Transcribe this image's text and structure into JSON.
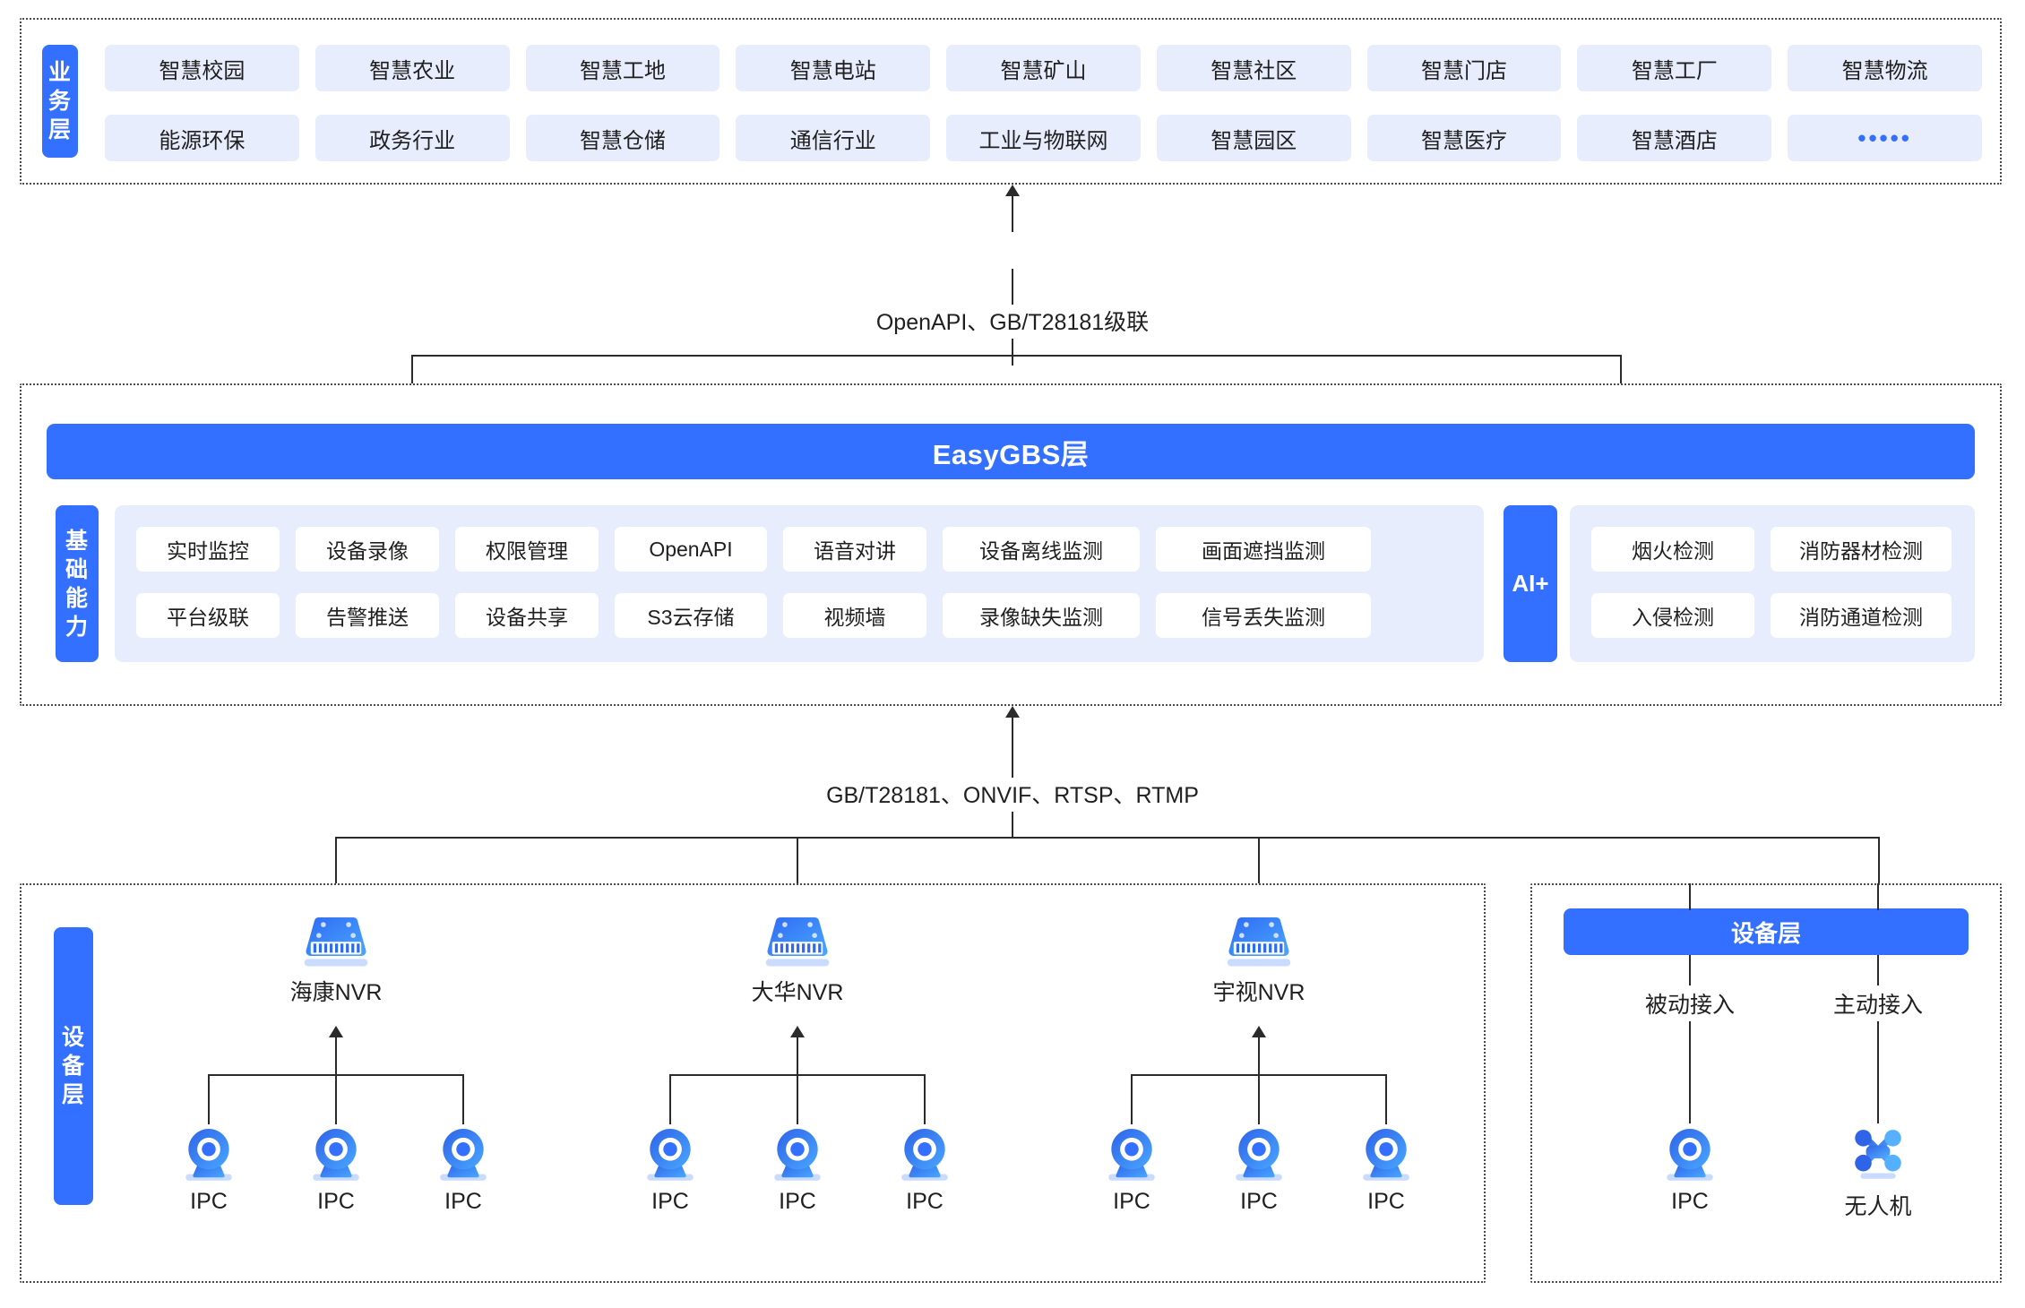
{
  "business_layer": {
    "side_label": "业务层",
    "items": [
      "智慧校园",
      "智慧农业",
      "智慧工地",
      "智慧电站",
      "智慧矿山",
      "智慧社区",
      "智慧门店",
      "智慧工厂",
      "智慧物流",
      "能源环保",
      "政务行业",
      "智慧仓储",
      "通信行业",
      "工业与物联网",
      "智慧园区",
      "智慧医疗",
      "智慧酒店",
      "•••••"
    ]
  },
  "connectors": {
    "top": "OpenAPI、GB/T28181级联",
    "bottom": "GB/T28181、ONVIF、RTSP、RTMP"
  },
  "platform_layer": {
    "title": "EasyGBS层",
    "side_label": "基础能力",
    "capabilities_row1": [
      "实时监控",
      "设备录像",
      "权限管理",
      "OpenAPI",
      "语音对讲",
      "设备离线监测",
      "画面遮挡监测"
    ],
    "capabilities_row2": [
      "平台级联",
      "告警推送",
      "设备共享",
      "S3云存储",
      "视频墙",
      "录像缺失监测",
      "信号丢失监测"
    ],
    "ai_badge": "AI+",
    "ai_row1": [
      "烟火检测",
      "消防器材检测"
    ],
    "ai_row2": [
      "入侵检测",
      "消防通道检测"
    ]
  },
  "device_layer_left": {
    "side_label": "设备层",
    "groups": [
      {
        "nvr_label": "海康NVR",
        "nvr_icon": "nvr-icon",
        "children": [
          "IPC",
          "IPC",
          "IPC"
        ],
        "child_icon": "ipc-camera-icon"
      },
      {
        "nvr_label": "大华NVR",
        "nvr_icon": "nvr-icon",
        "children": [
          "IPC",
          "IPC",
          "IPC"
        ],
        "child_icon": "ipc-camera-icon"
      },
      {
        "nvr_label": "宇视NVR",
        "nvr_icon": "nvr-icon",
        "children": [
          "IPC",
          "IPC",
          "IPC"
        ],
        "child_icon": "ipc-camera-icon"
      }
    ]
  },
  "device_layer_right": {
    "title": "设备层",
    "branches": [
      {
        "access_label": "被动接入",
        "device_label": "IPC",
        "icon": "ipc-camera-icon"
      },
      {
        "access_label": "主动接入",
        "device_label": "无人机",
        "icon": "drone-icon"
      }
    ]
  },
  "colors": {
    "brand_blue": "#3370ff",
    "pill_bg": "#e8edfd",
    "line": "#2b2b2b",
    "text": "#1f1f1f"
  }
}
